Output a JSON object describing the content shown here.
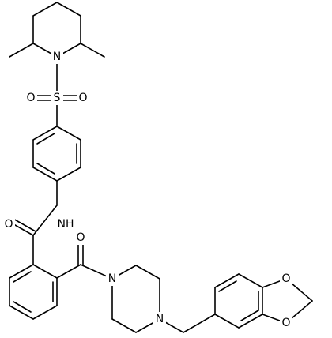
{
  "diagram": {
    "type": "chemical-structure",
    "atom_labels": {
      "n_piperidine": "N",
      "s_sulfonyl": "S",
      "o_sulfonyl_left": "O",
      "o_sulfonyl_right": "O",
      "nh_amide": "NH",
      "o_amide": "O",
      "o_ketone": "O",
      "n_piperazine_top": "N",
      "n_piperazine_bottom": "N",
      "o_dioxole_top": "O",
      "o_dioxole_bottom": "O"
    },
    "colors": {
      "bond": "#000000",
      "text": "#000000",
      "background": "#ffffff"
    }
  }
}
